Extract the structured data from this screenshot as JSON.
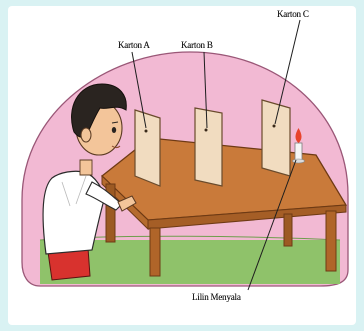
{
  "image": {
    "labels": {
      "karton_a": "Karton A",
      "karton_b": "Karton B",
      "karton_c": "Karton C",
      "lilin": "Lilin Menyala"
    },
    "colors": {
      "background": "#d9f2f3",
      "pink_backdrop": "#f2b9d3",
      "grass": "#8fc26a",
      "table_top": "#c97a3a",
      "table_edge": "#a55e26",
      "cardboard": "#f1dcc0",
      "shirt": "#ffffff",
      "shorts": "#d8322e",
      "hair": "#2a2420",
      "skin": "#f3c59a"
    }
  }
}
